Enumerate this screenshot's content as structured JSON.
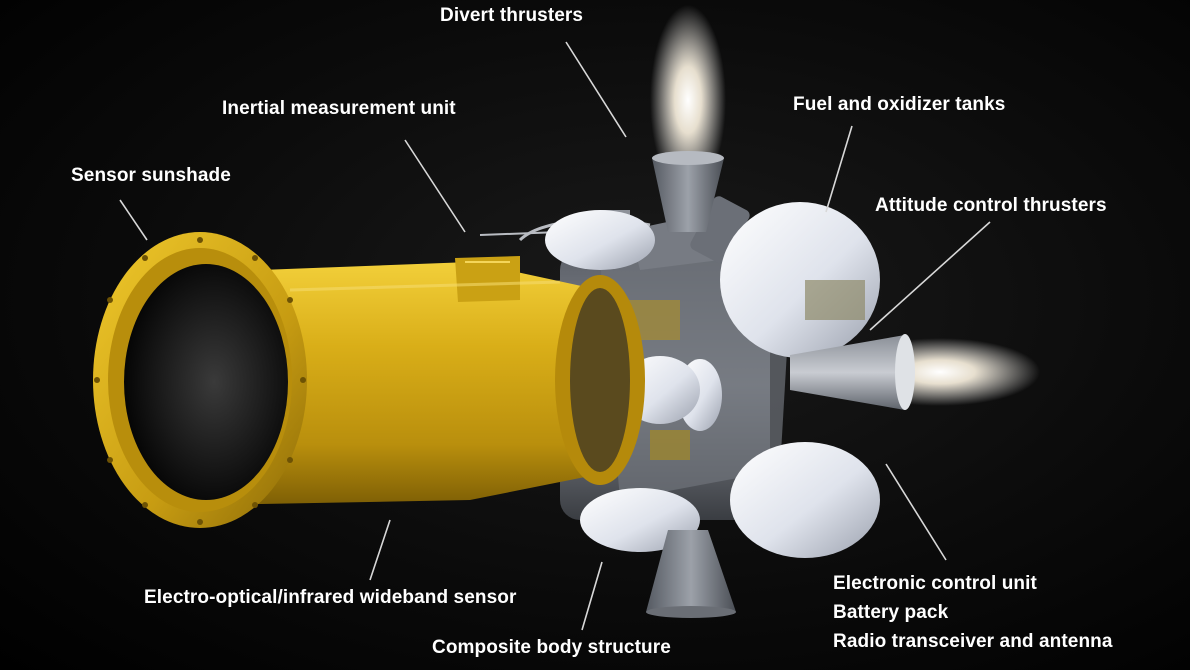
{
  "labels": {
    "divert_thrusters": "Divert thrusters",
    "imu": "Inertial measurement unit",
    "sensor_sunshade": "Sensor sunshade",
    "fuel_tanks": "Fuel and oxidizer tanks",
    "attitude_thrusters": "Attitude control thrusters",
    "eo_ir_sensor": "Electro-optical/infrared wideband sensor",
    "composite_body": "Composite body structure",
    "ecu": "Electronic control unit",
    "battery": "Battery pack",
    "radio": "Radio transceiver and antenna"
  },
  "colors": {
    "background": "#000000",
    "sensor_gold": "#d9ae18",
    "tank_white": "#e9edf5",
    "leader_line": "#d8d8d8",
    "label_text": "#ffffff"
  }
}
